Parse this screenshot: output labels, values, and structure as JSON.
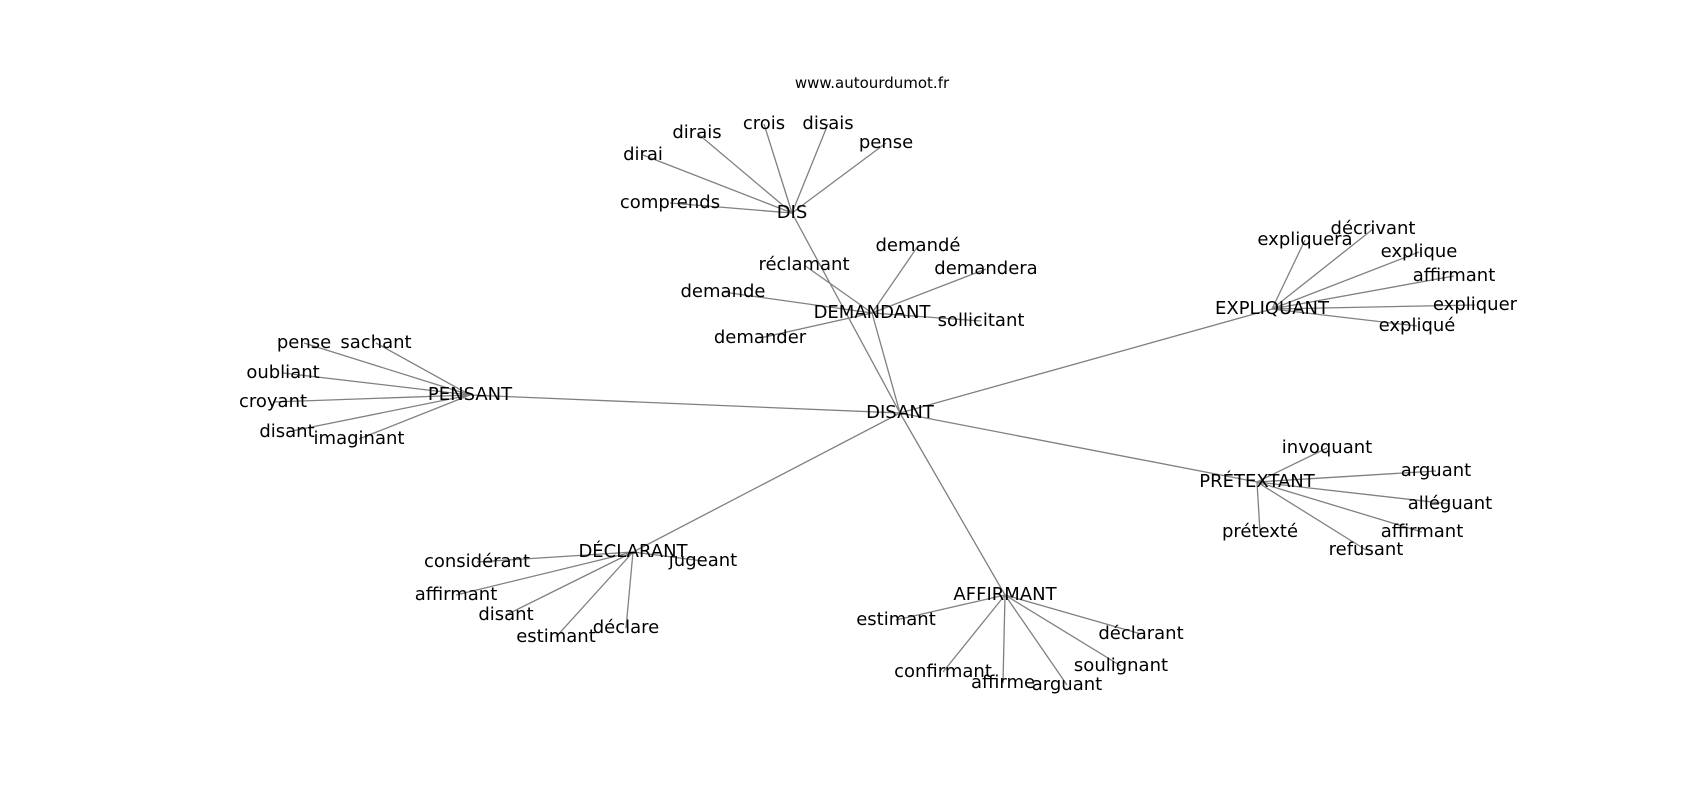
{
  "source": "www.autourdumot.fr",
  "colors": {
    "edge": "#808080",
    "text": "#000000",
    "background": "#ffffff"
  },
  "center": "DISANT",
  "hubs": [
    {
      "id": "dis",
      "label": "DIS",
      "words": [
        "dirais",
        "crois",
        "disais",
        "pense",
        "dirai",
        "comprends"
      ]
    },
    {
      "id": "demandant",
      "label": "DEMANDANT",
      "words": [
        "demandé",
        "réclamant",
        "demandera",
        "demande",
        "sollicitant",
        "demander"
      ]
    },
    {
      "id": "expliquant",
      "label": "EXPLIQUANT",
      "words": [
        "décrivant",
        "expliquera",
        "explique",
        "affirmant",
        "expliquer",
        "expliqué"
      ]
    },
    {
      "id": "pensant",
      "label": "PENSANT",
      "words": [
        "pense",
        "sachant",
        "oubliant",
        "croyant",
        "disant",
        "imaginant"
      ]
    },
    {
      "id": "pretextant",
      "label": "PRÉTEXTANT",
      "words": [
        "invoquant",
        "arguant",
        "alléguant",
        "prétexté",
        "affirmant",
        "refusant"
      ]
    },
    {
      "id": "declarant",
      "label": "DÉCLARANT",
      "words": [
        "considérant",
        "jugeant",
        "affirmant",
        "disant",
        "estimant",
        "déclare"
      ]
    },
    {
      "id": "affirmant",
      "label": "AFFIRMANT",
      "words": [
        "estimant",
        "déclarant",
        "soulignant",
        "confirmant",
        "affirme",
        "arguant"
      ]
    }
  ]
}
